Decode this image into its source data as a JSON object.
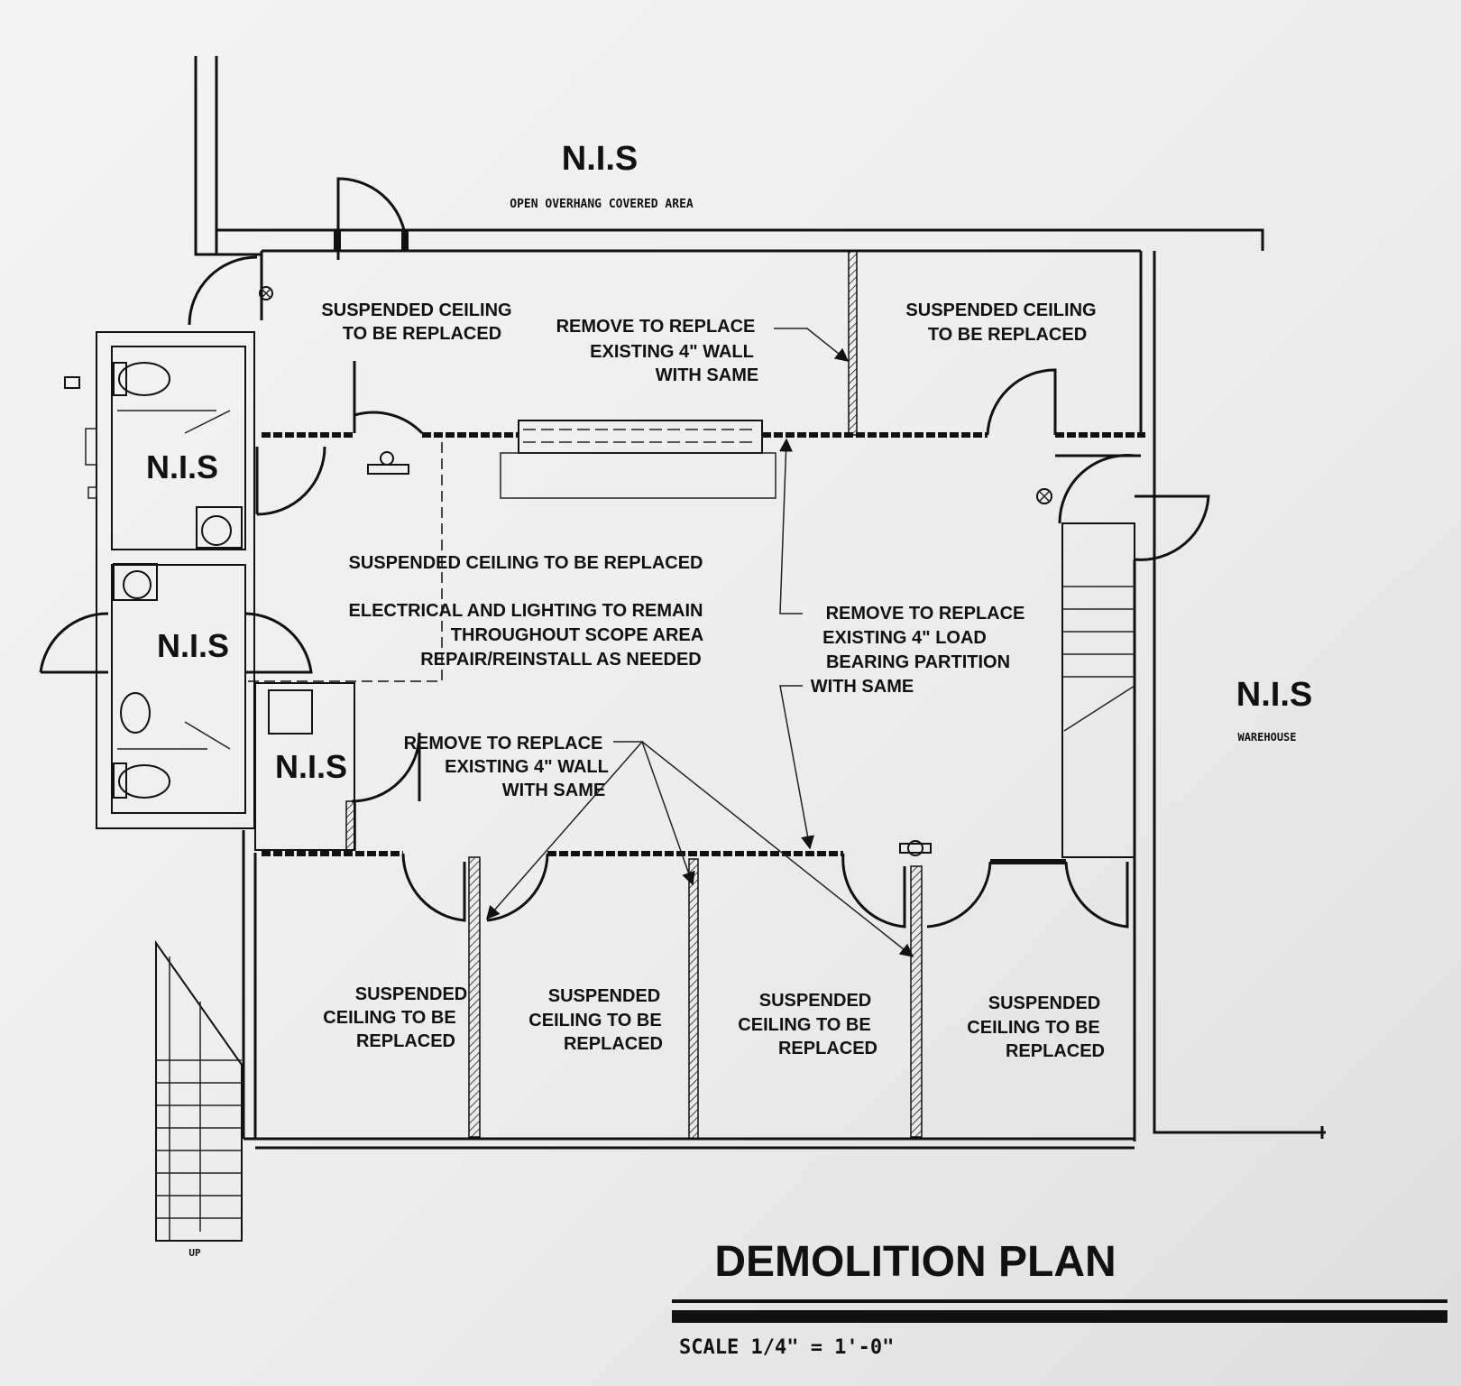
{
  "drawing": {
    "title": "DEMOLITION PLAN",
    "scale": "SCALE 1/4\" = 1'-0\"",
    "up_marker": "UP"
  },
  "areas": {
    "top_nis": "N.I.S",
    "top_nis_sub": "OPEN OVERHANG COVERED AREA",
    "warehouse_nis": "N.I.S",
    "warehouse_sub": "WAREHOUSE",
    "restroom_upper": "N.I.S",
    "restroom_lower": "N.I.S",
    "closet": "N.I.S"
  },
  "notes": {
    "ceiling_top_left": [
      "SUSPENDED CEILING",
      "TO BE REPLACED"
    ],
    "ceiling_top_right": [
      "SUSPENDED CEILING",
      "TO BE REPLACED"
    ],
    "wall_top": [
      "REMOVE TO REPLACE",
      "EXISTING 4\" WALL",
      "WITH SAME"
    ],
    "ceiling_center": "SUSPENDED CEILING TO BE REPLACED",
    "electrical": [
      "ELECTRICAL AND LIGHTING TO REMAIN",
      "THROUGHOUT SCOPE AREA",
      "REPAIR/REINSTALL AS NEEDED"
    ],
    "load_bearing": [
      "REMOVE TO REPLACE",
      "EXISTING 4\" LOAD",
      "BEARING PARTITION",
      "WITH SAME"
    ],
    "wall_bottom": [
      "REMOVE TO REPLACE",
      "EXISTING 4\" WALL",
      "WITH SAME"
    ],
    "office_1": [
      "SUSPENDED",
      "CEILING TO BE",
      "REPLACED"
    ],
    "office_2": [
      "SUSPENDED",
      "CEILING TO BE",
      "REPLACED"
    ],
    "office_3": [
      "SUSPENDED",
      "CEILING TO BE",
      "REPLACED"
    ],
    "office_4": [
      "SUSPENDED",
      "CEILING TO BE",
      "REPLACED"
    ]
  }
}
